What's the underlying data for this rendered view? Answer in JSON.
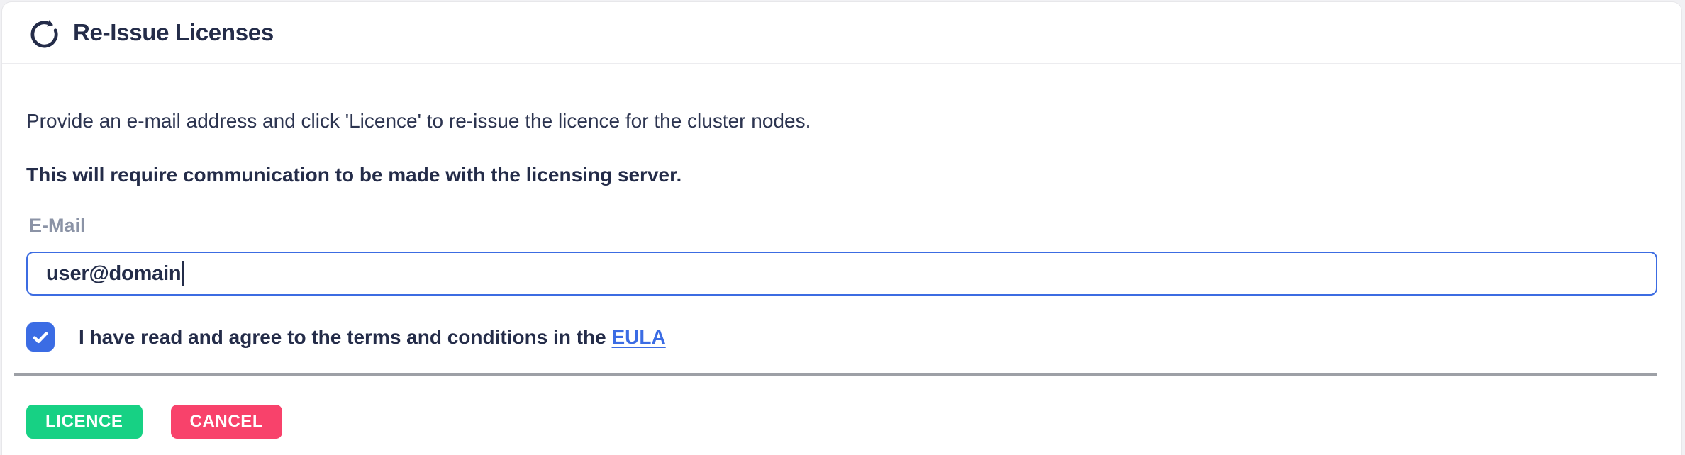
{
  "header": {
    "title": "Re-Issue Licenses",
    "icon": "refresh-icon"
  },
  "body": {
    "instruction": "Provide an e-mail address and click 'Licence' to re-issue the licence for the cluster nodes.",
    "warning": "This will require communication to be made with the licensing server."
  },
  "form": {
    "email_label": "E-Mail",
    "email_value": "user@domain",
    "checkbox_checked": true,
    "agree_text": "I have read and agree to the terms and conditions in the ",
    "eula_link_label": "EULA"
  },
  "buttons": {
    "licence_label": "LICENCE",
    "cancel_label": "CANCEL"
  },
  "colors": {
    "primary_blue": "#3c6ce2",
    "success_green": "#17d184",
    "danger_pink": "#f8426b",
    "dark_text": "#242c49",
    "muted_label": "#8b93a6",
    "divider_dark": "#9da0a6",
    "divider_light": "#ececef"
  }
}
